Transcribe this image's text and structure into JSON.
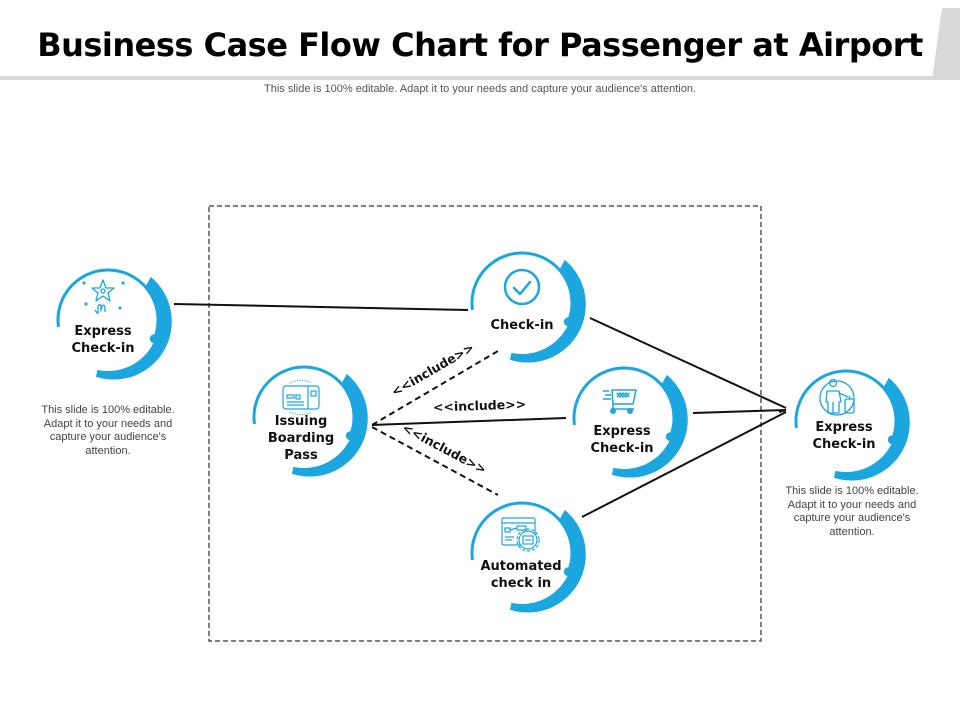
{
  "header": {
    "title": "Business Case Flow Chart for Passenger at Airport",
    "subtitle": "This slide is 100% editable. Adapt it to your needs and capture your audience's attention."
  },
  "colors": {
    "accent": "#1ba6e0",
    "line": "#111111",
    "boundary": "#555555"
  },
  "actors": {
    "left": {
      "label_line1": "Express",
      "label_line2": "Check-in",
      "icon": "star-hand-icon",
      "note": "This slide is 100% editable. Adapt it to your needs and capture your audience's attention."
    },
    "right": {
      "label_line1": "Express",
      "label_line2": "Check-in",
      "icon": "passenger-luggage-icon",
      "note": "This slide is 100% editable. Adapt it to your needs and capture your audience's attention."
    }
  },
  "use_cases": {
    "checkin": {
      "label_line1": "Check-in",
      "icon": "checkmark-circle-icon"
    },
    "boarding": {
      "label_line1": "Issuing",
      "label_line2": "Boarding",
      "label_line3": "Pass",
      "icon": "boarding-pass-machine-icon"
    },
    "express": {
      "label_line1": "Express",
      "label_line2": "Check-in",
      "icon": "express-cart-icon"
    },
    "automated": {
      "label_line1": "Automated",
      "label_line2": "check in",
      "icon": "automated-screen-gear-icon"
    }
  },
  "relations": {
    "include_top": "<<include>>",
    "include_middle": "<<include>>",
    "include_bottom": "<<include>>"
  }
}
